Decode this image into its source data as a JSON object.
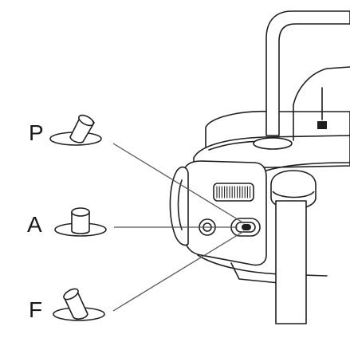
{
  "figure": {
    "positions": [
      {
        "key": "P",
        "label": "P",
        "lever": "tilted-back"
      },
      {
        "key": "A",
        "label": "A",
        "lever": "upright"
      },
      {
        "key": "F",
        "label": "F",
        "lever": "tilted-forward"
      }
    ]
  }
}
